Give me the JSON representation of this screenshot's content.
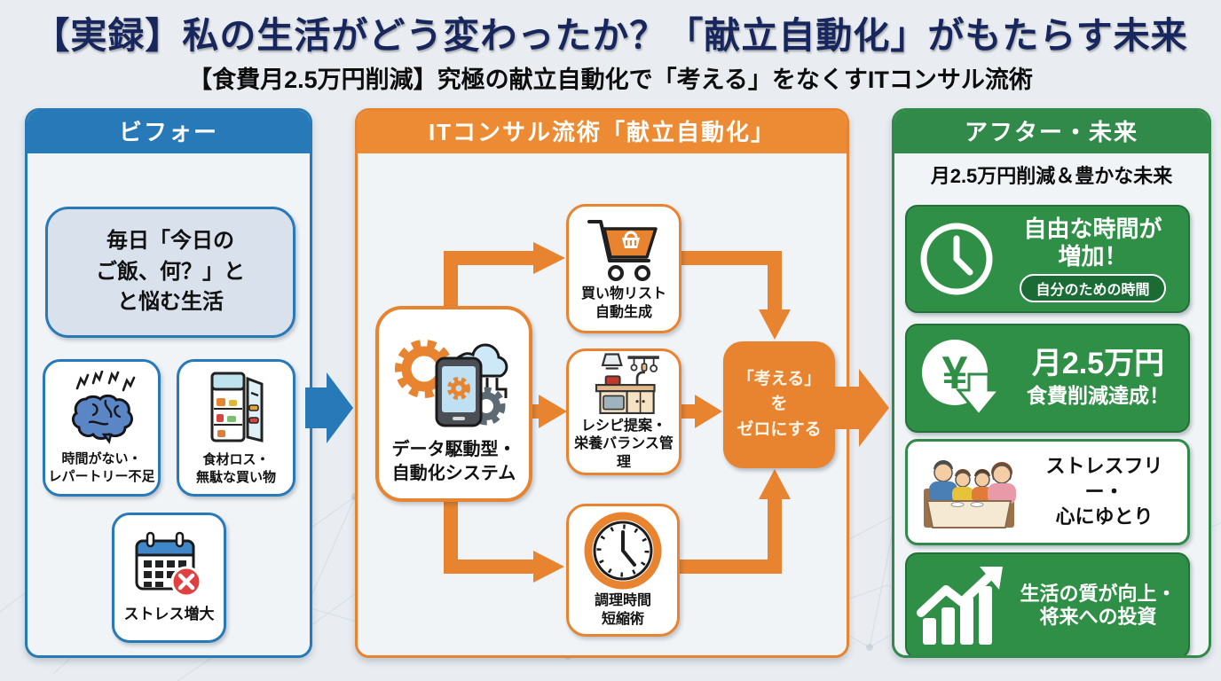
{
  "title": "【実録】私の生活がどう変わったか？「献立自動化」がもたらす未来",
  "subtitle": "【食費月2.5万円削減】究極の献立自動化で「考える」をなくすITコンサル流術",
  "before": {
    "header": "ビフォー",
    "worry": "毎日「今日の\nご飯、何？」と\nと悩む生活",
    "cards": [
      {
        "icon": "brain-lightning-icon",
        "label": "時間がない・\nレパートリー不足"
      },
      {
        "icon": "open-fridge-icon",
        "label": "食材ロス・\n無駄な買い物"
      },
      {
        "icon": "calendar-x-icon",
        "label": "ストレス増大"
      }
    ]
  },
  "process": {
    "header": "ITコンサル流術「献立自動化」",
    "system": "データ駆動型・\n自動化システム",
    "system_icon": "data-automation-icon",
    "outputs": [
      {
        "icon": "shopping-cart-icon",
        "label": "買い物リスト\n自動生成"
      },
      {
        "icon": "kitchen-icon",
        "label": "レシピ提案・\n栄養バランス管理"
      },
      {
        "icon": "cooking-clock-icon",
        "label": "調理時間\n短縮術"
      }
    ],
    "goal": "「考える」\nを\nゼロにする"
  },
  "after": {
    "header": "アフター・未来",
    "subheading": "月2.5万円削減＆豊かな未来",
    "benefits": [
      {
        "icon": "clock-outline-icon",
        "label": "自由な時間が\n増加！",
        "badge": "自分のための時間"
      },
      {
        "icon": "yen-decrease-icon",
        "label_big": "月2.5万円",
        "label_small": "食費削減達成！"
      },
      {
        "icon": "family-dinner-icon",
        "label": "ストレスフリー・\n心にゆとり"
      },
      {
        "icon": "growth-chart-icon",
        "label": "生活の質が向上・\n将来への投資"
      }
    ]
  },
  "colors": {
    "blue": "#2779b8",
    "orange": "#e8832f",
    "green": "#318a4a",
    "navy": "#17265c"
  }
}
